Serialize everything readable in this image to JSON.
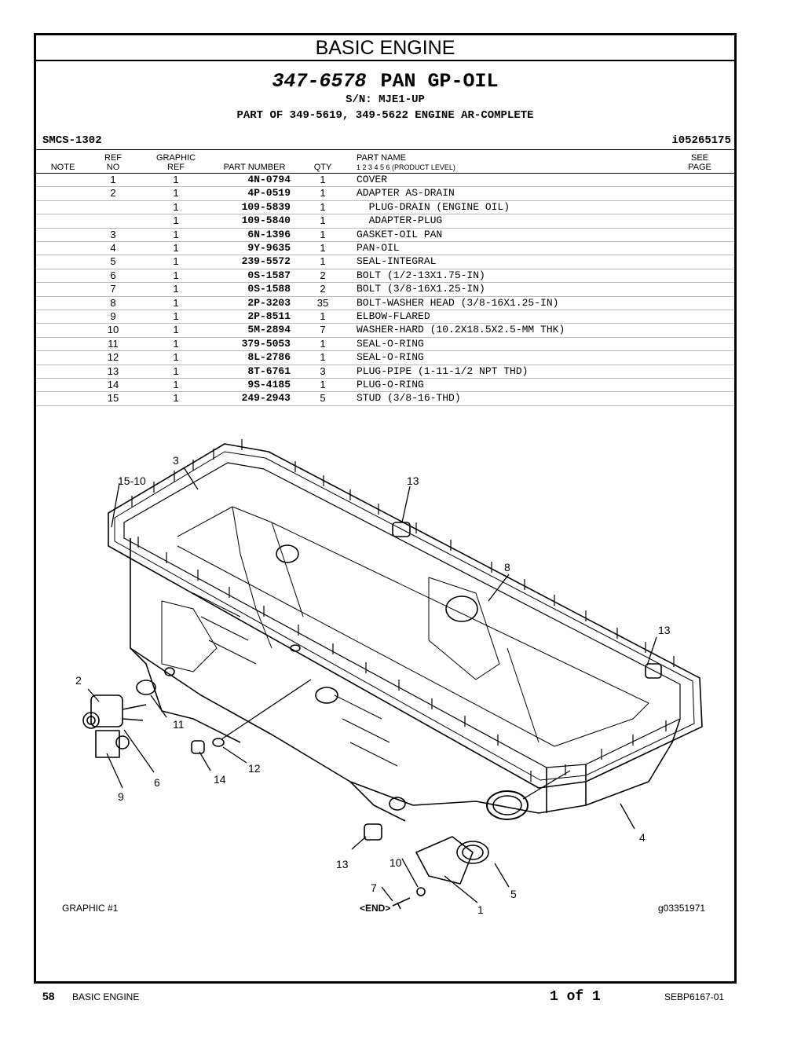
{
  "section_title": "BASIC ENGINE",
  "header": {
    "group_number": "347-6578",
    "group_name": "PAN GP-OIL",
    "serial": "S/N: MJE1-UP",
    "part_of": "PART OF 349-5619, 349-5622 ENGINE AR-COMPLETE",
    "smcs": "SMCS-1302",
    "illustration_id": "i05265175"
  },
  "columns": {
    "note": "NOTE",
    "ref_no_1": "REF",
    "ref_no_2": "NO",
    "graphic_ref_1": "GRAPHIC",
    "graphic_ref_2": "REF",
    "part_number": "PART NUMBER",
    "qty": "QTY",
    "part_name": "PART NAME",
    "levels": "1   2   3   4   5   6    (PRODUCT LEVEL)",
    "see_page_1": "SEE",
    "see_page_2": "PAGE"
  },
  "parts": [
    {
      "ref": "1",
      "graphic": "1",
      "pn": "4N-0794",
      "qty": "1",
      "name": "COVER"
    },
    {
      "ref": "2",
      "graphic": "1",
      "pn": "4P-0519",
      "qty": "1",
      "name": "ADAPTER AS-DRAIN"
    },
    {
      "ref": "",
      "graphic": "1",
      "pn": "109-5839",
      "qty": "1",
      "name": "  PLUG-DRAIN (ENGINE OIL)"
    },
    {
      "ref": "",
      "graphic": "1",
      "pn": "109-5840",
      "qty": "1",
      "name": "  ADAPTER-PLUG"
    },
    {
      "ref": "3",
      "graphic": "1",
      "pn": "6N-1396",
      "qty": "1",
      "name": "GASKET-OIL PAN"
    },
    {
      "ref": "4",
      "graphic": "1",
      "pn": "9Y-9635",
      "qty": "1",
      "name": "PAN-OIL"
    },
    {
      "ref": "5",
      "graphic": "1",
      "pn": "239-5572",
      "qty": "1",
      "name": "SEAL-INTEGRAL"
    },
    {
      "ref": "6",
      "graphic": "1",
      "pn": "0S-1587",
      "qty": "2",
      "name": "BOLT (1/2-13X1.75-IN)"
    },
    {
      "ref": "7",
      "graphic": "1",
      "pn": "0S-1588",
      "qty": "2",
      "name": "BOLT (3/8-16X1.25-IN)"
    },
    {
      "ref": "8",
      "graphic": "1",
      "pn": "2P-3203",
      "qty": "35",
      "name": "BOLT-WASHER HEAD (3/8-16X1.25-IN)"
    },
    {
      "ref": "9",
      "graphic": "1",
      "pn": "2P-8511",
      "qty": "1",
      "name": "ELBOW-FLARED"
    },
    {
      "ref": "10",
      "graphic": "1",
      "pn": "5M-2894",
      "qty": "7",
      "name": "WASHER-HARD (10.2X18.5X2.5-MM THK)"
    },
    {
      "ref": "11",
      "graphic": "1",
      "pn": "379-5053",
      "qty": "1",
      "name": "SEAL-O-RING"
    },
    {
      "ref": "12",
      "graphic": "1",
      "pn": "8L-2786",
      "qty": "1",
      "name": "SEAL-O-RING"
    },
    {
      "ref": "13",
      "graphic": "1",
      "pn": "8T-6761",
      "qty": "3",
      "name": "PLUG-PIPE (1-11-1/2 NPT THD)"
    },
    {
      "ref": "14",
      "graphic": "1",
      "pn": "9S-4185",
      "qty": "1",
      "name": "PLUG-O-RING"
    },
    {
      "ref": "15",
      "graphic": "1",
      "pn": "249-2943",
      "qty": "5",
      "name": "STUD (3/8-16-THD)"
    }
  ],
  "callouts": {
    "c3": "3",
    "c15_10": "15-10",
    "c13a": "13",
    "c8": "8",
    "c13b": "13",
    "c2": "2",
    "c11": "11",
    "c6": "6",
    "c9": "9",
    "c14": "14",
    "c12": "12",
    "c4": "4",
    "c13c": "13",
    "c10": "10",
    "c7": "7",
    "c5": "5",
    "c1": "1"
  },
  "graphic_caption": "GRAPHIC #1",
  "end_marker": "<END>",
  "graphic_id": "g03351971",
  "footer": {
    "page_number": "58",
    "section": "BASIC ENGINE",
    "page_of": "1 of 1",
    "doc_id": "SEBP6167-01"
  }
}
